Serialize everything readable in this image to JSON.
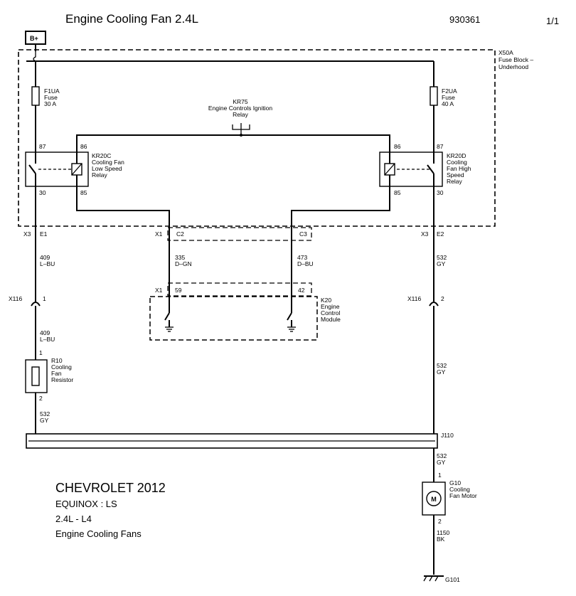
{
  "header": {
    "title": "Engine Cooling Fan  2.4L",
    "doc_number": "930361",
    "page": "1/1"
  },
  "power": {
    "label": "B+"
  },
  "fuse_block": {
    "id": "X50A",
    "name_line1": "Fuse Block –",
    "name_line2": "Underhood"
  },
  "fuse_f1": {
    "id": "F1UA",
    "type": "Fuse",
    "rating": "30 A"
  },
  "fuse_f2": {
    "id": "F2UA",
    "type": "Fuse",
    "rating": "40 A"
  },
  "ign_relay": {
    "id": "KR75",
    "name_line1": "Engine Controls Ignition",
    "name_line2": "Relay"
  },
  "relay_low": {
    "id": "KR20C",
    "name_lines": [
      "Cooling Fan",
      "Low Speed",
      "Relay"
    ],
    "pins": {
      "p87": "87",
      "p86": "86",
      "p30": "30",
      "p85": "85"
    }
  },
  "relay_high": {
    "id": "KR20D",
    "name_lines": [
      "Cooling",
      "Fan High",
      "Speed",
      "Relay"
    ],
    "pins": {
      "p86": "86",
      "p87": "87",
      "p85": "85",
      "p30": "30"
    }
  },
  "connectors": {
    "x3_left": "X3",
    "e1": "E1",
    "x1_c2": "X1",
    "c2": "C2",
    "c3": "C3",
    "x3_right": "X3",
    "e2": "E2",
    "x1_59": "X1",
    "p59": "59",
    "p42": "42",
    "x116_left": "X116",
    "x116_left_pin": "1",
    "x116_right": "X116",
    "x116_right_pin": "2"
  },
  "wires": {
    "w409a_num": "409",
    "w409a_color": "L–BU",
    "w335_num": "335",
    "w335_color": "D–GN",
    "w473_num": "473",
    "w473_color": "D–BU",
    "w532a_num": "532",
    "w532a_color": "GY",
    "w409b_num": "409",
    "w409b_color": "L–BU",
    "w532b_num": "532",
    "w532b_color": "GY",
    "w532c_num": "532",
    "w532c_color": "GY",
    "w532d_num": "532",
    "w532d_color": "GY",
    "w1150_num": "1150",
    "w1150_color": "BK"
  },
  "ecm": {
    "id": "K20",
    "name_lines": [
      "Engine",
      "Control",
      "Module"
    ]
  },
  "resistor": {
    "id": "R10",
    "name_lines": [
      "Cooling",
      "Fan",
      "Resistor"
    ],
    "pin1": "1",
    "pin2": "2"
  },
  "splice": {
    "id": "J110"
  },
  "motor": {
    "id": "G10",
    "name_lines": [
      "Cooling",
      "Fan Motor"
    ],
    "pin1": "1",
    "pin2": "2",
    "symbol": "M"
  },
  "ground": {
    "id": "G101"
  },
  "vehicle_info": {
    "make_year": "CHEVROLET 2012",
    "model": "EQUINOX : LS",
    "engine": "2.4L  -  L4",
    "system": "Engine Cooling Fans"
  }
}
